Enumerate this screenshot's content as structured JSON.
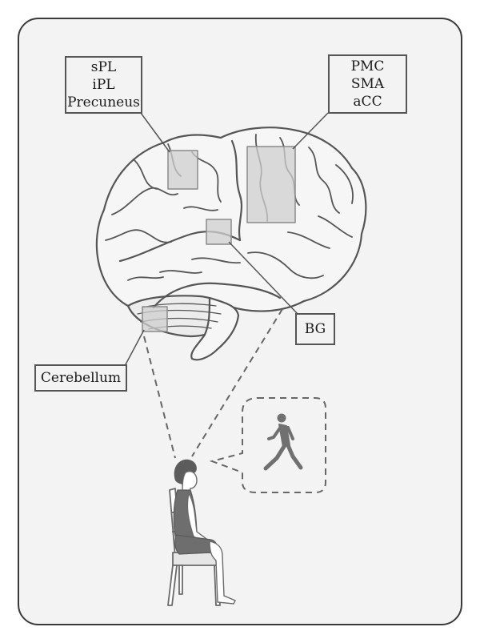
{
  "labels": {
    "parietal": [
      "sPL",
      "iPL",
      "Precuneus"
    ],
    "motor": [
      "PMC",
      "SMA",
      "aCC"
    ],
    "basal_ganglia": "BG",
    "cerebellum": "Cerebellum"
  },
  "colors": {
    "frame_bg": "#f3f3f3",
    "brain_stroke": "#555555",
    "highlight_fill": "#cfcfcf",
    "figure_fill": "#6e6e6e"
  },
  "icons": {
    "brain": "brain-illustration",
    "person": "seated-person-icon",
    "walker": "walking-person-icon",
    "thought": "thought-bubble"
  }
}
